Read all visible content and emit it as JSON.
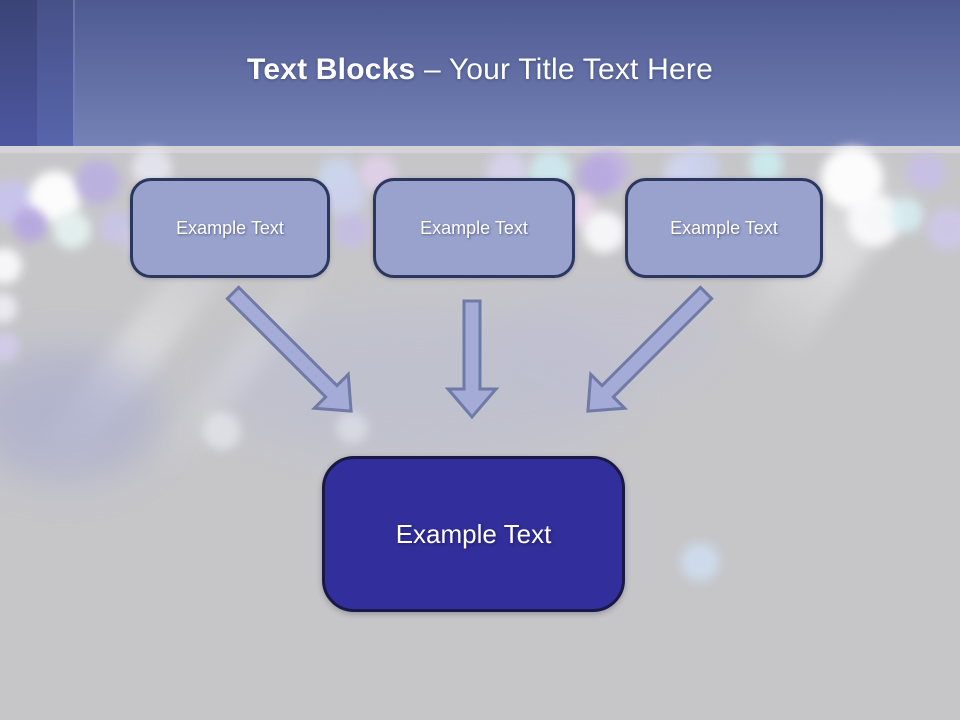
{
  "slide_title": {
    "bold_text": "Text Blocks",
    "regular_text": "– Your Title Text Here"
  },
  "blocks": [
    {
      "label": "Example Text"
    },
    {
      "label": "Example Text"
    },
    {
      "label": "Example Text"
    }
  ],
  "result_block": {
    "label": "Example Text"
  },
  "colors": {
    "header_top": "#4e5992",
    "header_bottom": "#7482b5",
    "content_background": "#c6c6c9",
    "block_fill": "#99a2cd",
    "block_border": "#2c3760",
    "result_fill": "#322f9c",
    "result_border": "#191945",
    "arrow_fill": "#a3abd6",
    "arrow_stroke": "#6f7aa6",
    "title_color": "#ffffff"
  }
}
